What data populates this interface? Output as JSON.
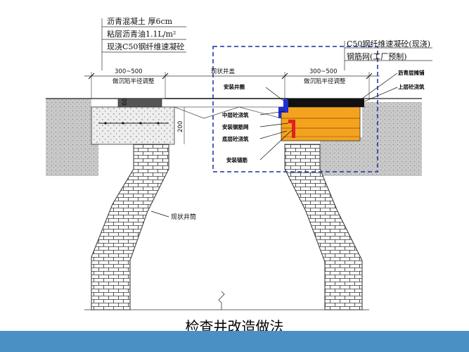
{
  "notes_top_left": [
    "沥青混凝土 厚6cm",
    "粘层沥青油1.1L/m²",
    "现浇C50钢纤维速凝砼"
  ],
  "notes_top_right": [
    "C50钢纤维速凝砼(现浇)",
    "钢筋网(工厂预制)"
  ],
  "dims": {
    "left_span": "300~500",
    "left_sub": "做沉陷半径调整",
    "mid_span": "现状井盖",
    "right_span": "300~500",
    "right_sub": "做沉陷半径调整",
    "vertical_200": "200",
    "vertical_60": "60"
  },
  "labels": {
    "manhole_ring": "安装井圈",
    "mid_layer": "中层砼浇筑",
    "rebar_mesh": "安装钢筋网",
    "bottom_layer": "底层砼浇筑",
    "anchor_bar": "安装锚筋",
    "asphalt_paving": "沥青层摊铺",
    "top_layer": "上层砼浇筑",
    "shaft": "现状井筒"
  },
  "caption": "检查井改造做法",
  "colors": {
    "concrete_fill": "#f5a21f",
    "ring_blue": "#1f2fd0",
    "anchor_red": "#e02020",
    "asphalt": "#111111",
    "frame_dash": "#1a2f9e",
    "footer": "#4a90c4"
  }
}
